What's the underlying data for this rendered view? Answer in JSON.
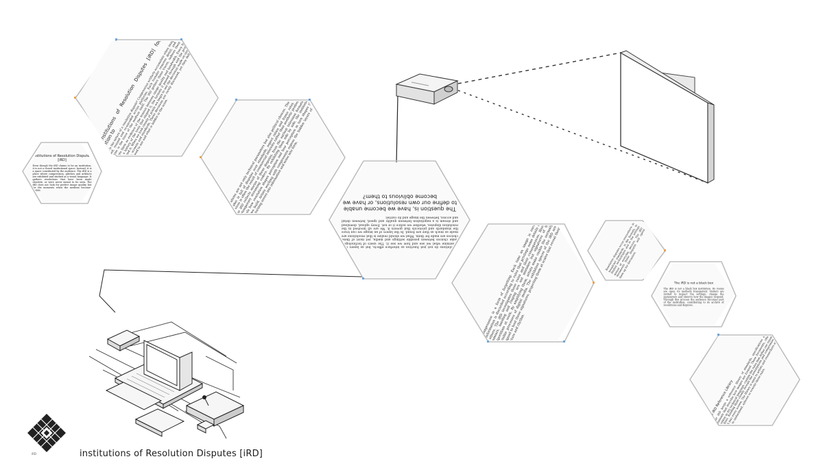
{
  "caption": "institutions of Resolution Disputes [iRD]",
  "logo": {
    "mark": "iRD"
  },
  "panels": [
    {
      "id": "hex-top-left",
      "title": "The institutions of Resolution Disputes [iRD] focus its attention to",
      "body": "What is the nature of a resolution dispute? Compression artifacts accumulate when images are copied, resized and re-encoded across platforms. Each transfer removes detail, and what remains is the trace of the medium itself. The iRD gathers these traces, indexes them and presents them as evidence of the tension between image quality and bandwidth. Every frame carries a history of the tools that shaped it, the formats it passed through and the protocols that carried it. When we look closely at pixels we begin to see the decisions made on our behalf by codecs, screens and standards. These decisions are rarely discussed, yet they define what we are allowed to see and what is hidden in the noise."
    },
    {
      "id": "hex-small-left",
      "title": "institutions of Resolution Disputes [iRD]",
      "body": "Even though the iRD claims to be an institution, it is not a closed institutional space. Instead, it is a space constituted by the audience. The iRD is a place where compression, glitches and artifacts are exhibited and studied as a visual language. It gathers resolutions that have been made obsolete, or were never meant to be seen. The iRD does not look for perfect image quality but for the moments when the medium becomes visible."
    },
    {
      "id": "hex-upper-mid",
      "title": "",
      "body": "Resolutions are not only technical parameters but also political choices. The history of video is full of disputes over standards, aspect ratios and frame rates. What survives is often the result of commercial interests rather than aesthetic preference. The iRD collects stories of these disputes, from the earliest television formats to contemporary streaming codecs. By exhibiting them side by side, the institution reveals how resolution shapes perception and how perception in turn shapes the tools we build. Artists working with compression expose the hidden layers of the image, turning errors into information and noise into form."
    },
    {
      "id": "hex-center",
      "title": "The question is, have we become unable to define our own resolutions, or have we become oblivious to them?",
      "body": "Resolutions do not just function as interface effects, but as layers that determine what we see and how we see it. The users of technologies make choices between possible settings and media, yet most of these choices are made for them. What we should realize is that resolutions are made as much as they are found. In the layers of an image we can trace the standards and protocols that govern it. We are all involved in the resolution disputes, whether we notice it or not. Every upload, download and stream is a negotiation between quality and speed, between detail and access, between the image and its carrier."
    },
    {
      "id": "hex-lower-mid",
      "title": "",
      "body": "Compression is a form of forgetting. Each time an image is encoded, information is discarded according to rules that privilege some details over others. The iRD investigates these rules and their consequences. Blocks, smears, banding and ringing are not mistakes but signatures of the algorithms at work. By amplifying them, artists make visible the normally invisible processes of digital media. The exhibition spaces of the iRD are designed to host these signatures, projecting them at scales that reveal their structure and rhythm."
    },
    {
      "id": "hex-small-right",
      "title": "",
      "body": "Resolution disputes occur everywhere: in broadcast standards, in file formats, in display technologies and in the settings menus of everyday devices. The iRD documents these disputes and opens them up for discussion."
    },
    {
      "id": "hex-small-right-2",
      "title": "The iRD is not a black box",
      "body": "The iRD is not a black box institution. Its rooms are open, its methods transparent. Visitors are invited to inspect the settings, change the parameters and observe how the images respond. Through this process the audience becomes part of the institution, contributing to its archive of resolutions and disputes."
    },
    {
      "id": "hex-bottom-right",
      "title": "The iRD Reference Library",
      "body": "The iRD keeps a reference library of standards, specifications and manuals that describe how images are formed. These documents, often written in dry technical language, contain the rules that define our visual culture. Reading them closely reveals the assumptions and compromises built into every screen. The library is open to artists and researchers who want to understand, subvert or rewrite these rules."
    }
  ]
}
